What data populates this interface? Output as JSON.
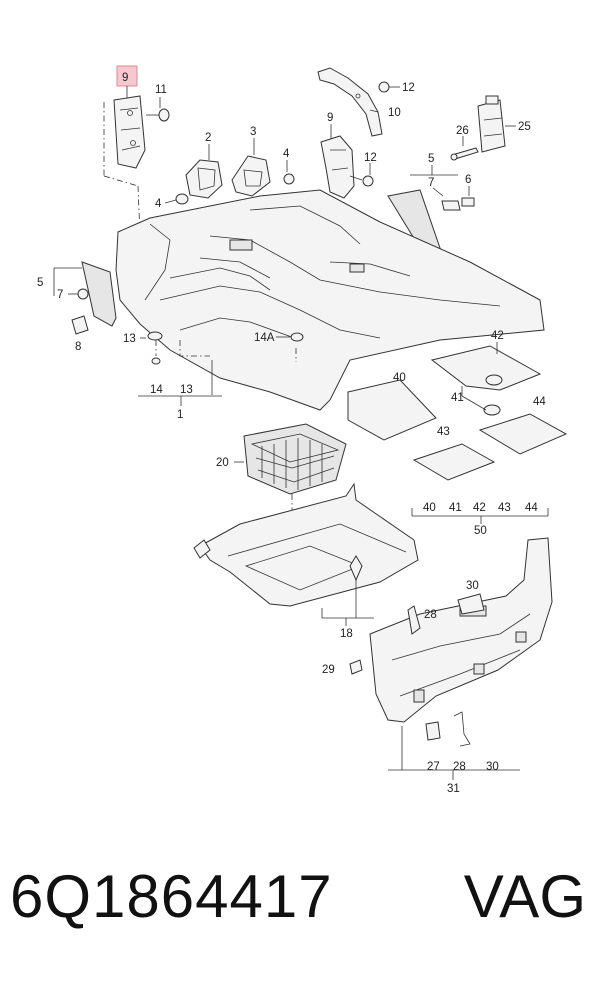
{
  "labels": {
    "l9_highlight": "9",
    "l11": "11",
    "l2": "2",
    "l3": "3",
    "l4a": "4",
    "l4b": "4",
    "l12a": "12",
    "l10": "10",
    "l9": "9",
    "l12b": "12",
    "l26": "26",
    "l25": "25",
    "l5a": "5",
    "l7a": "7",
    "l6": "6",
    "l5b": "5",
    "l7b": "7",
    "l8": "8",
    "l13a": "13",
    "l14a": "14A",
    "l14": "14",
    "l13b": "13",
    "l1": "1",
    "l42": "42",
    "l40": "40",
    "l41": "41",
    "l44": "44",
    "l43": "43",
    "g40": "40",
    "g41": "41",
    "g42": "42",
    "g43": "43",
    "g44": "44",
    "l50": "50",
    "l20": "20",
    "l18": "18",
    "l30a": "30",
    "l28a": "28",
    "l29": "29",
    "l27": "27",
    "l28b": "28",
    "l30b": "30",
    "l31": "31"
  },
  "footer": {
    "part_number": "6Q1864417",
    "brand": "VAG"
  },
  "colors": {
    "highlight": "#f7c8cf",
    "line": "#333333"
  }
}
